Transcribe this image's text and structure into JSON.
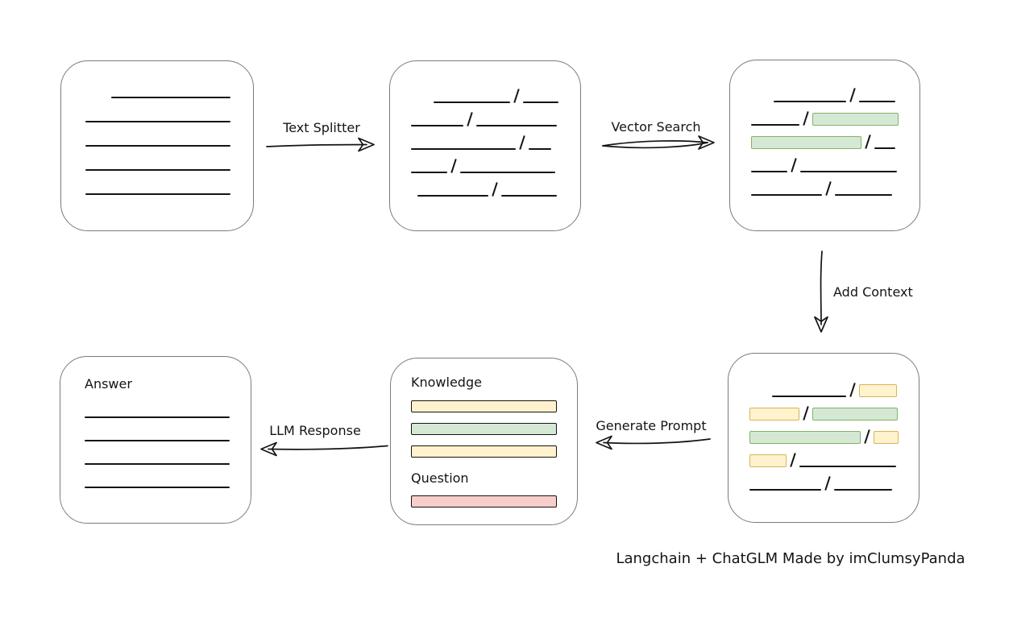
{
  "labels": {
    "text_splitter": "Text Splitter",
    "vector_search": "Vector Search",
    "add_context": "Add Context",
    "generate_prompt": "Generate Prompt",
    "llm_response": "LLM Response",
    "knowledge": "Knowledge",
    "question": "Question",
    "answer": "Answer",
    "caption": "Langchain + ChatGLM Made by imClumsyPanda"
  },
  "colors": {
    "green_fill": "#d5e8d4",
    "green_stroke": "#82b366",
    "yellow_fill": "#fff2cc",
    "yellow_stroke": "#d6b656",
    "red_fill": "#f8cecc",
    "red_stroke": "#b85450",
    "line": "#141414",
    "panel_border": "#7b7b7b"
  },
  "panels": {
    "source_document": {
      "lines": [
        {
          "indent": 32,
          "w": 148
        },
        {
          "indent": 0,
          "w": 180
        },
        {
          "indent": 0,
          "w": 180
        },
        {
          "indent": 0,
          "w": 180
        },
        {
          "indent": 0,
          "w": 180
        }
      ]
    },
    "split_chunks": {
      "rows": [
        {
          "indent": 28,
          "segs": [
            {
              "t": "line",
              "w": 95
            },
            {
              "t": "line",
              "w": 44
            }
          ]
        },
        {
          "indent": 0,
          "segs": [
            {
              "t": "line",
              "w": 65
            },
            {
              "t": "line",
              "w": 100
            }
          ]
        },
        {
          "indent": 0,
          "segs": [
            {
              "t": "line",
              "w": 130
            },
            {
              "t": "line",
              "w": 28
            }
          ]
        },
        {
          "indent": 0,
          "segs": [
            {
              "t": "line",
              "w": 45
            },
            {
              "t": "line",
              "w": 118
            }
          ]
        },
        {
          "indent": 8,
          "segs": [
            {
              "t": "line",
              "w": 88
            },
            {
              "t": "line",
              "w": 69
            }
          ]
        }
      ]
    },
    "matched_chunks": {
      "rows": [
        {
          "indent": 28,
          "segs": [
            {
              "t": "line",
              "w": 90
            },
            {
              "t": "line",
              "w": 45
            }
          ]
        },
        {
          "indent": 0,
          "segs": [
            {
              "t": "line",
              "w": 61
            },
            {
              "t": "box",
              "c": "green",
              "w": 107
            }
          ]
        },
        {
          "indent": 0,
          "segs": [
            {
              "t": "box",
              "c": "green",
              "w": 137
            },
            {
              "t": "line",
              "w": 26
            }
          ]
        },
        {
          "indent": 0,
          "segs": [
            {
              "t": "line",
              "w": 45
            },
            {
              "t": "line",
              "w": 120
            }
          ]
        },
        {
          "indent": 0,
          "segs": [
            {
              "t": "line",
              "w": 88
            },
            {
              "t": "line",
              "w": 71
            }
          ]
        }
      ]
    },
    "context_chunks": {
      "rows": [
        {
          "indent": 28,
          "segs": [
            {
              "t": "line",
              "w": 92
            },
            {
              "t": "box",
              "c": "yellow",
              "w": 47
            }
          ]
        },
        {
          "indent": 0,
          "segs": [
            {
              "t": "box",
              "c": "yellow",
              "w": 62
            },
            {
              "t": "box",
              "c": "green",
              "w": 106
            }
          ]
        },
        {
          "indent": 0,
          "segs": [
            {
              "t": "box",
              "c": "green",
              "w": 138
            },
            {
              "t": "box",
              "c": "yellow",
              "w": 31
            }
          ]
        },
        {
          "indent": 0,
          "segs": [
            {
              "t": "box",
              "c": "yellow",
              "w": 46
            },
            {
              "t": "line",
              "w": 120
            }
          ]
        },
        {
          "indent": 0,
          "segs": [
            {
              "t": "line",
              "w": 89
            },
            {
              "t": "line",
              "w": 72
            }
          ]
        }
      ]
    },
    "prompt": {
      "knowledge_bars": [
        {
          "color": "yellow"
        },
        {
          "color": "green"
        },
        {
          "color": "yellow"
        }
      ],
      "question_bars": [
        {
          "color": "red"
        }
      ]
    },
    "answer": {
      "lines": [
        {
          "indent": 0,
          "w": 180
        },
        {
          "indent": 0,
          "w": 180
        },
        {
          "indent": 0,
          "w": 180
        },
        {
          "indent": 0,
          "w": 180
        }
      ]
    }
  }
}
